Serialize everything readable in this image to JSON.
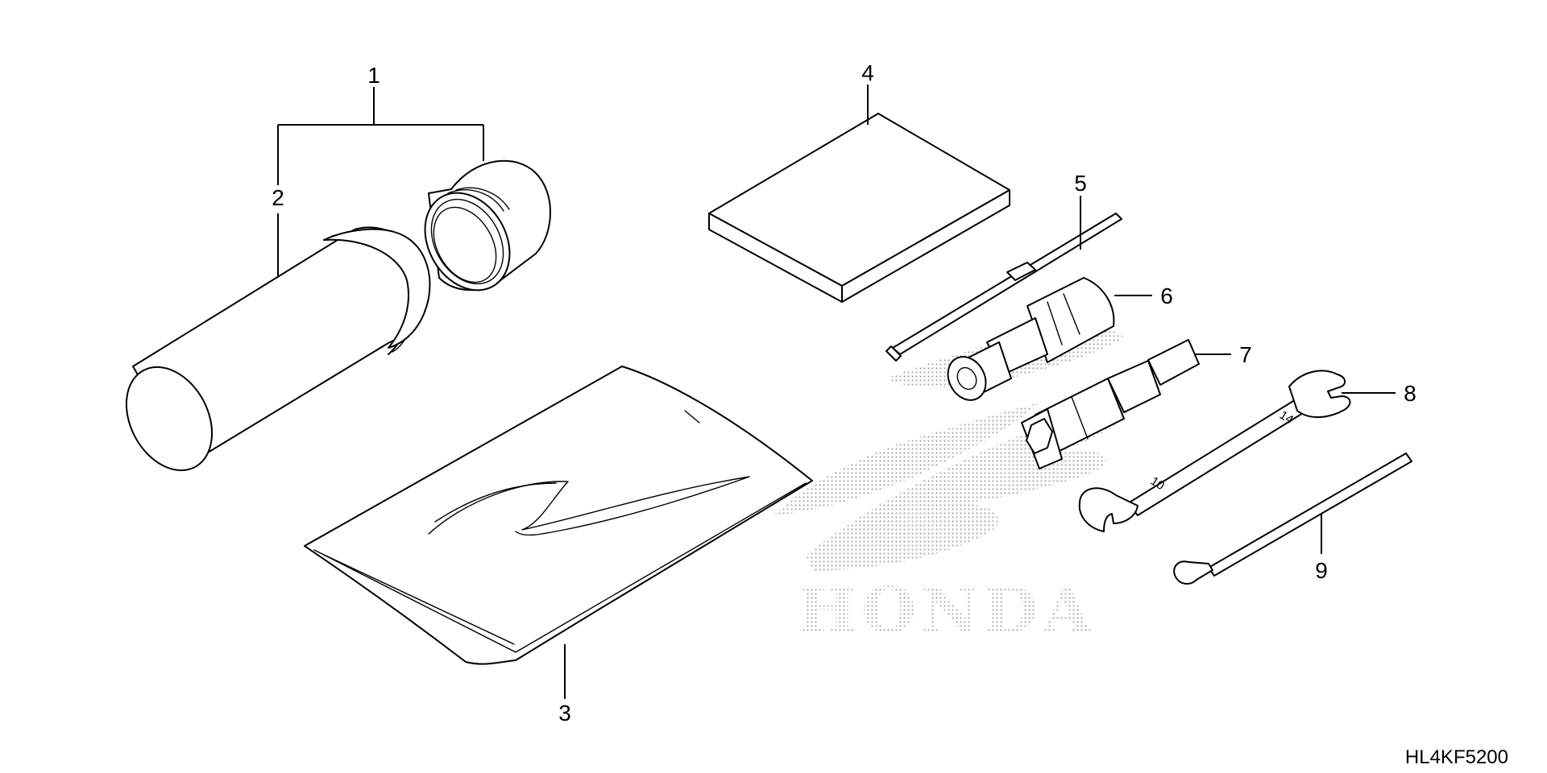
{
  "diagram": {
    "drawing_code": "HL4KF5200",
    "watermark": {
      "text": "HONDA",
      "color": "#bdbdbd"
    },
    "callouts": [
      {
        "id": 1,
        "label": "1"
      },
      {
        "id": 2,
        "label": "2"
      },
      {
        "id": 3,
        "label": "3"
      },
      {
        "id": 4,
        "label": "4"
      },
      {
        "id": 5,
        "label": "5"
      },
      {
        "id": 6,
        "label": "6"
      },
      {
        "id": 7,
        "label": "7"
      },
      {
        "id": 8,
        "label": "8"
      },
      {
        "id": 9,
        "label": "9"
      }
    ],
    "wrench_markings": {
      "large_end": "14",
      "small_end": "10"
    },
    "line_color": "#000000",
    "background": "#ffffff"
  }
}
